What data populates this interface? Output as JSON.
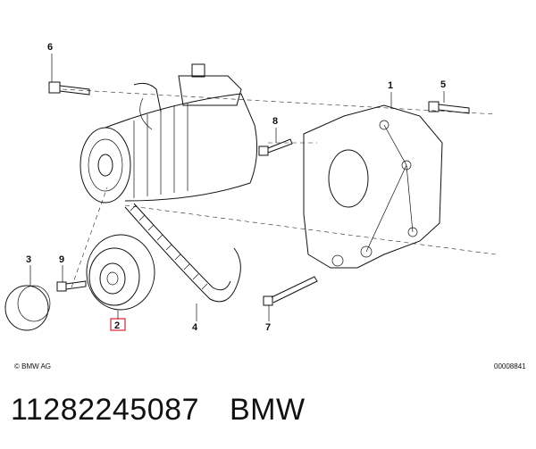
{
  "callouts": {
    "c1": "1",
    "c2": "2",
    "c3": "3",
    "c4": "4",
    "c5": "5",
    "c6": "6",
    "c7": "7",
    "c8": "8",
    "c9": "9"
  },
  "copyright": "© BMW AG",
  "drawing_id": "00008841",
  "part": {
    "number": "11282245087",
    "brand": "BMW"
  },
  "colors": {
    "line": "#111111",
    "highlight": "#e0212b",
    "background": "#ffffff"
  }
}
